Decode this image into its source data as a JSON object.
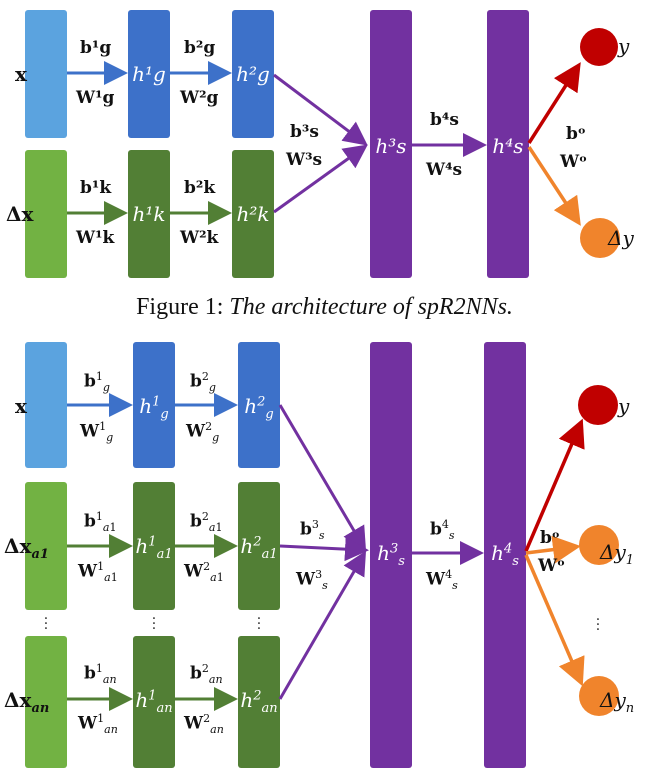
{
  "figure1": {
    "caption_prefix": "Figure 1: ",
    "caption_title": "The architecture of spR2NNs.",
    "input_x": "x",
    "input_dx": "Δx",
    "output_y": "y",
    "output_dy": "Δy",
    "h_g1": "h¹g",
    "h_g2": "h²g",
    "h_k1": "h¹k",
    "h_k2": "h²k",
    "h_s3": "h³s",
    "h_s4": "h⁴s",
    "b_g1": "b¹g",
    "W_g1": "W¹g",
    "b_g2": "b²g",
    "W_g2": "W²g",
    "b_k1": "b¹k",
    "W_k1": "W¹k",
    "b_k2": "b²k",
    "W_k2": "W²k",
    "b_s3": "b³s",
    "W_s3": "W³s",
    "b_s4": "b⁴s",
    "W_s4": "W⁴s",
    "b_o": "bᵒ",
    "W_o": "Wᵒ"
  },
  "figure2": {
    "input_x": "x",
    "input_dxa1": "Δxa1",
    "input_dxan": "Δxan",
    "output_y": "y",
    "output_dy1": "Δy1",
    "output_dyn": "Δyn",
    "b_o": "bᵒ",
    "W_o": "Wᵒ"
  },
  "colors": {
    "light_blue": "#5ba3df",
    "blue": "#3d71c9",
    "light_green": "#72b243",
    "green": "#527f35",
    "purple": "#7231a0",
    "red": "#c00000",
    "orange": "#f0842c"
  }
}
